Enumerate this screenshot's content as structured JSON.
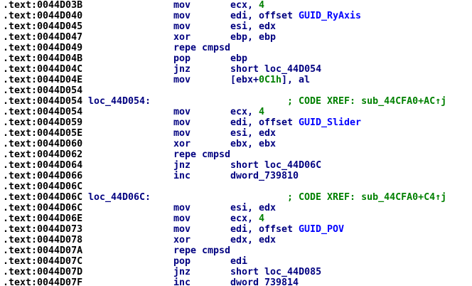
{
  "colors": {
    "background": "#ffffff",
    "address": "#000000",
    "instruction": "#000080",
    "dummy_name": "#000080",
    "symbol_name": "#0000ff",
    "number": "#008000",
    "comment": "#008000"
  },
  "listing": {
    "segment_name": ".text",
    "lines": [
      {
        "addr": ".text:0044D03B",
        "segs": [
          [
            30,
            "mov",
            "ins"
          ],
          [
            40,
            "ecx, ",
            "ins"
          ],
          [
            45,
            "4",
            "num"
          ]
        ]
      },
      {
        "addr": ".text:0044D040",
        "segs": [
          [
            30,
            "mov",
            "ins"
          ],
          [
            40,
            "edi, offset ",
            "ins"
          ],
          [
            52,
            "GUID_RyAxis",
            "name"
          ]
        ]
      },
      {
        "addr": ".text:0044D045",
        "segs": [
          [
            30,
            "mov",
            "ins"
          ],
          [
            40,
            "esi, edx",
            "ins"
          ]
        ]
      },
      {
        "addr": ".text:0044D047",
        "segs": [
          [
            30,
            "xor",
            "ins"
          ],
          [
            40,
            "ebp, ebp",
            "ins"
          ]
        ]
      },
      {
        "addr": ".text:0044D049",
        "segs": [
          [
            30,
            "repe cmpsd",
            "ins"
          ]
        ]
      },
      {
        "addr": ".text:0044D04B",
        "segs": [
          [
            30,
            "pop",
            "ins"
          ],
          [
            40,
            "ebp",
            "ins"
          ]
        ]
      },
      {
        "addr": ".text:0044D04C",
        "segs": [
          [
            30,
            "jnz",
            "ins"
          ],
          [
            40,
            "short loc_44D054",
            "ins"
          ]
        ]
      },
      {
        "addr": ".text:0044D04E",
        "segs": [
          [
            30,
            "mov",
            "ins"
          ],
          [
            40,
            "[ebx+",
            "ins"
          ],
          [
            45,
            "0C1h",
            "num"
          ],
          [
            49,
            "], al",
            "ins"
          ]
        ]
      },
      {
        "addr": ".text:0044D054",
        "segs": []
      },
      {
        "addr": ".text:0044D054",
        "segs": [
          [
            15,
            "loc_44D054:",
            "lbl"
          ],
          [
            50,
            "; CODE XREF: sub_44CFA0+AC↑j",
            "cmt"
          ]
        ]
      },
      {
        "addr": ".text:0044D054",
        "segs": [
          [
            30,
            "mov",
            "ins"
          ],
          [
            40,
            "ecx, ",
            "ins"
          ],
          [
            45,
            "4",
            "num"
          ]
        ]
      },
      {
        "addr": ".text:0044D059",
        "segs": [
          [
            30,
            "mov",
            "ins"
          ],
          [
            40,
            "edi, offset ",
            "ins"
          ],
          [
            52,
            "GUID_Slider",
            "name"
          ]
        ]
      },
      {
        "addr": ".text:0044D05E",
        "segs": [
          [
            30,
            "mov",
            "ins"
          ],
          [
            40,
            "esi, edx",
            "ins"
          ]
        ]
      },
      {
        "addr": ".text:0044D060",
        "segs": [
          [
            30,
            "xor",
            "ins"
          ],
          [
            40,
            "ebx, ebx",
            "ins"
          ]
        ]
      },
      {
        "addr": ".text:0044D062",
        "segs": [
          [
            30,
            "repe cmpsd",
            "ins"
          ]
        ]
      },
      {
        "addr": ".text:0044D064",
        "segs": [
          [
            30,
            "jnz",
            "ins"
          ],
          [
            40,
            "short loc_44D06C",
            "ins"
          ]
        ]
      },
      {
        "addr": ".text:0044D066",
        "segs": [
          [
            30,
            "inc",
            "ins"
          ],
          [
            40,
            "dword_739810",
            "ins"
          ]
        ]
      },
      {
        "addr": ".text:0044D06C",
        "segs": []
      },
      {
        "addr": ".text:0044D06C",
        "segs": [
          [
            15,
            "loc_44D06C:",
            "lbl"
          ],
          [
            50,
            "; CODE XREF: sub_44CFA0+C4↑j",
            "cmt"
          ]
        ]
      },
      {
        "addr": ".text:0044D06C",
        "segs": [
          [
            30,
            "mov",
            "ins"
          ],
          [
            40,
            "esi, edx",
            "ins"
          ]
        ]
      },
      {
        "addr": ".text:0044D06E",
        "segs": [
          [
            30,
            "mov",
            "ins"
          ],
          [
            40,
            "ecx, ",
            "ins"
          ],
          [
            45,
            "4",
            "num"
          ]
        ]
      },
      {
        "addr": ".text:0044D073",
        "segs": [
          [
            30,
            "mov",
            "ins"
          ],
          [
            40,
            "edi, offset ",
            "ins"
          ],
          [
            52,
            "GUID_POV",
            "name"
          ]
        ]
      },
      {
        "addr": ".text:0044D078",
        "segs": [
          [
            30,
            "xor",
            "ins"
          ],
          [
            40,
            "edx, edx",
            "ins"
          ]
        ]
      },
      {
        "addr": ".text:0044D07A",
        "segs": [
          [
            30,
            "repe cmpsd",
            "ins"
          ]
        ]
      },
      {
        "addr": ".text:0044D07C",
        "segs": [
          [
            30,
            "pop",
            "ins"
          ],
          [
            40,
            "edi",
            "ins"
          ]
        ]
      },
      {
        "addr": ".text:0044D07D",
        "segs": [
          [
            30,
            "jnz",
            "ins"
          ],
          [
            40,
            "short loc_44D085",
            "ins"
          ]
        ]
      },
      {
        "addr": ".text:0044D07F",
        "segs": [
          [
            30,
            "inc",
            "ins"
          ],
          [
            40,
            "dword_739814",
            "ins"
          ]
        ]
      }
    ]
  }
}
